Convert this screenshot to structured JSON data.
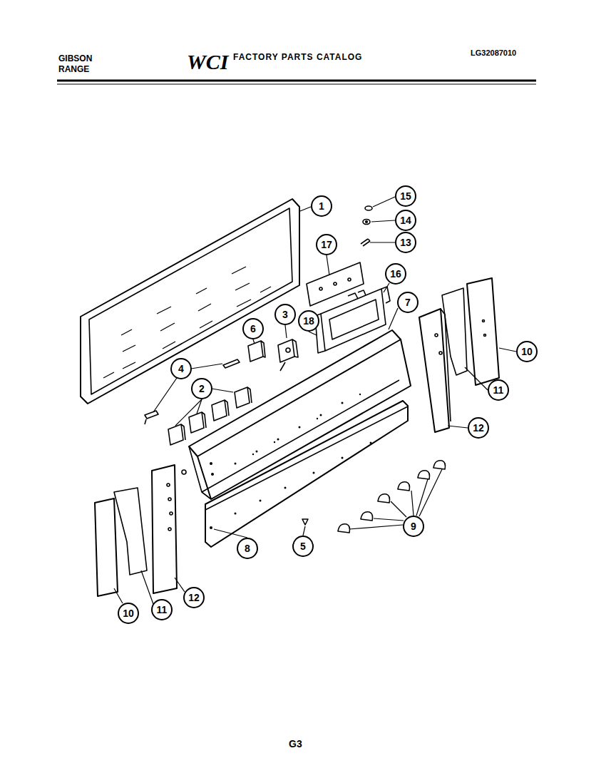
{
  "diagram": {
    "nodes": [
      {
        "text": [
          "15"
        ]
      },
      {
        "text": [
          "1"
        ]
      },
      {
        "text": [
          "14"
        ]
      },
      {
        "text": [
          "13"
        ]
      },
      {
        "text": [
          "17"
        ]
      },
      {
        "text": [
          "16"
        ]
      },
      {
        "text": [
          "7"
        ]
      },
      {
        "text": [
          "3"
        ]
      },
      {
        "text": [
          "18"
        ]
      },
      {
        "text": [
          "6"
        ]
      },
      {
        "text": [
          "10"
        ]
      },
      {
        "text": [
          "4"
        ]
      },
      {
        "text": [
          "2"
        ]
      },
      {
        "text": [
          "11"
        ]
      },
      {
        "text": [
          "12"
        ]
      },
      {
        "text": [
          "9"
        ]
      },
      {
        "text": [
          "5"
        ]
      },
      {
        "text": [
          "8"
        ]
      },
      {
        "text": [
          "12"
        ]
      },
      {
        "text": [
          "11"
        ]
      },
      {
        "text": [
          "10"
        ]
      }
    ],
    "labels": [
      "GIBSON",
      "RANGE",
      "WCI",
      "FACTORY PARTS CATALOG",
      "LG32087010",
      "G3"
    ]
  }
}
